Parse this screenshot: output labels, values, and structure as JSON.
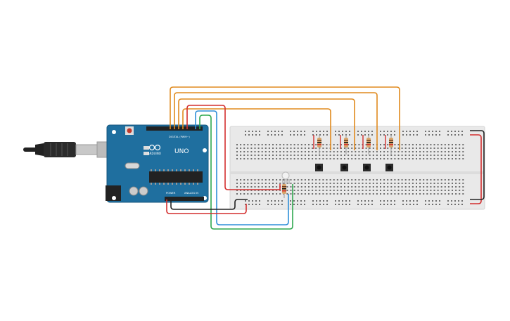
{
  "board": {
    "brand": "ARDUINO",
    "model": "UNO",
    "digital_label": "DIGITAL (PWM~)",
    "power_label": "POWER",
    "analog_label": "ANALOG IN"
  },
  "colors": {
    "board": "#1f6f9f",
    "breadboard": "#e9e9e9",
    "wire_orange": "#e08a1e",
    "wire_red": "#d32f2f",
    "wire_black": "#222222",
    "wire_blue": "#2f8fd8",
    "wire_green": "#2fa84f"
  },
  "components": {
    "resistor_count": 5,
    "pushbutton_count": 4,
    "led_count": 1
  }
}
